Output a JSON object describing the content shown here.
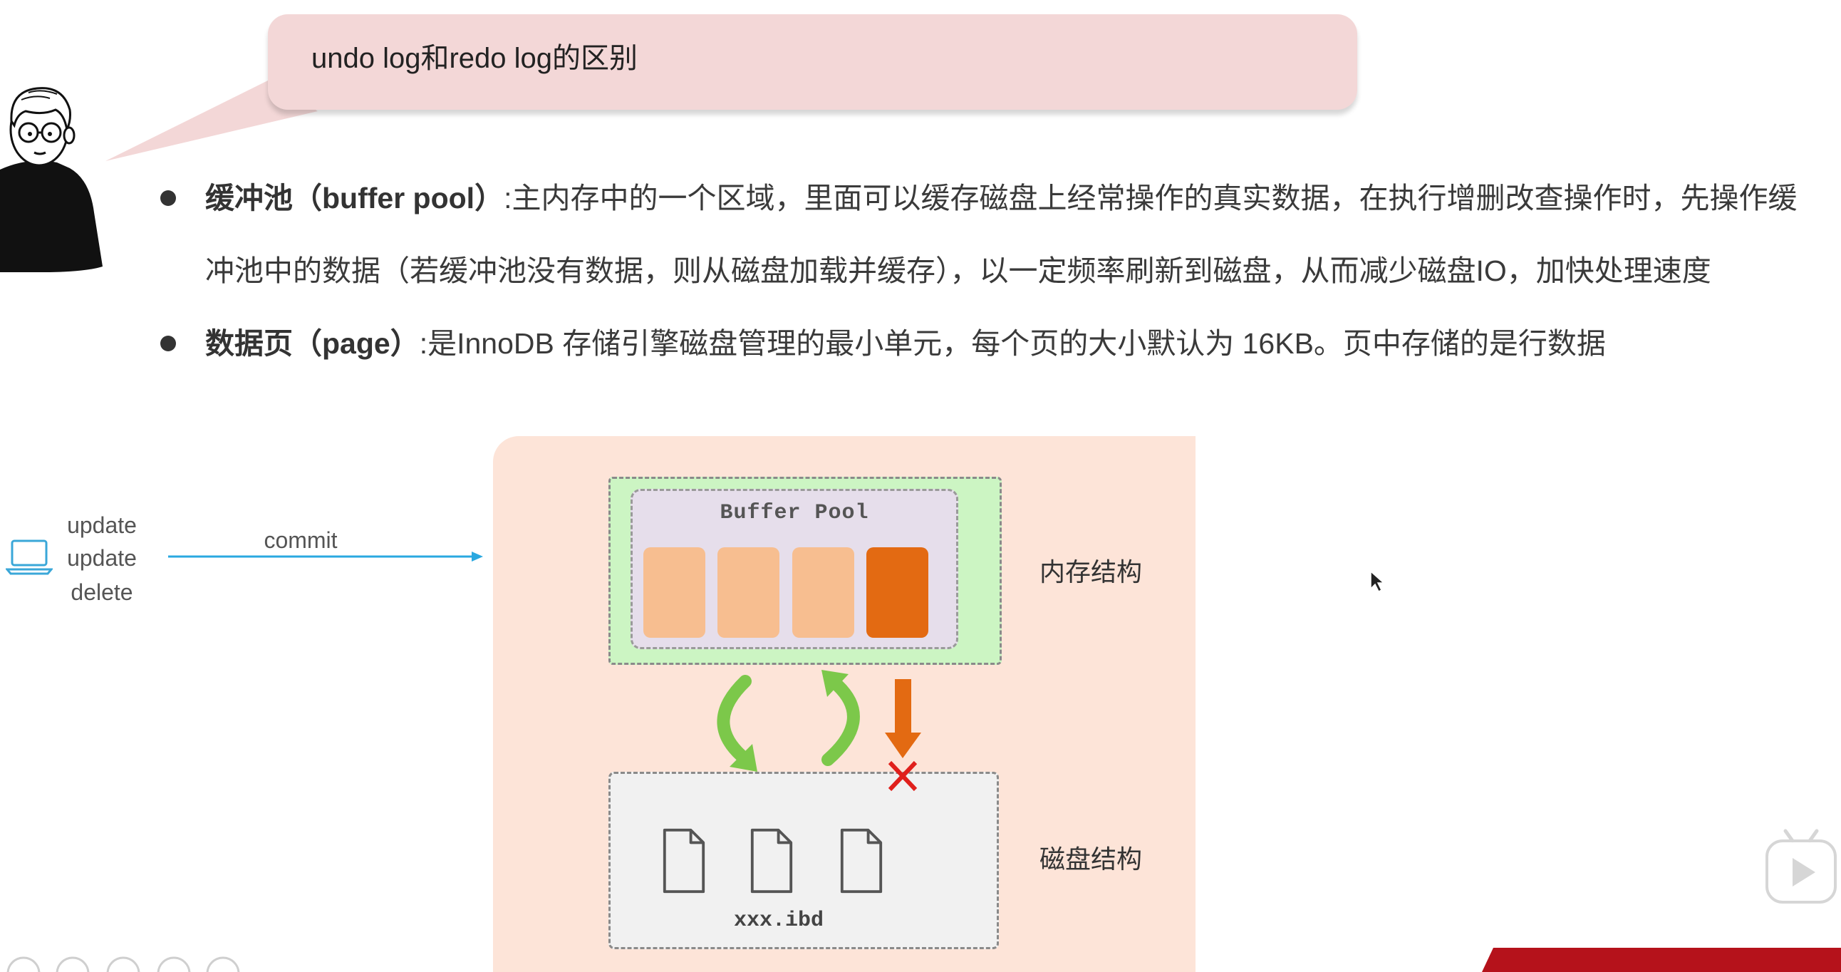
{
  "slide": {
    "title": "undo log和redo log的区别",
    "bullets": [
      {
        "term": "缓冲池（buffer pool）",
        "text": ":主内存中的一个区域，里面可以缓存磁盘上经常操作的真实数据，在执行增删改查操作时，先操作缓冲池中的数据（若缓冲池没有数据，则从磁盘加载并缓存），以一定频率刷新到磁盘，从而减少磁盘IO，加快处理速度"
      },
      {
        "term": "数据页（page）",
        "text": ":是InnoDB 存储引擎磁盘管理的最小单元，每个页的大小默认为 16KB。页中存储的是行数据"
      }
    ]
  },
  "diagram": {
    "client": {
      "icon": "laptop-icon",
      "operations": [
        "update",
        "update",
        "delete"
      ]
    },
    "commit_label": "commit",
    "memory": {
      "pool_label": "Buffer Pool",
      "structure_label": "内存结构",
      "page_colors": [
        "#f7be90",
        "#f7be90",
        "#f7be90",
        "#e36a12"
      ]
    },
    "disk": {
      "file_label": "xxx.ibd",
      "structure_label": "磁盘结构",
      "file_icons": [
        "file-icon",
        "file-icon",
        "file-icon"
      ]
    },
    "icons": {
      "sync": "refresh-arrows-icon",
      "flush": "arrow-down-icon",
      "blocked": "cross-icon"
    }
  },
  "player": {
    "control_icons": [
      "player-control-icon",
      "player-control-icon",
      "player-control-icon",
      "player-control-icon",
      "player-control-icon"
    ],
    "play_icon": "bilibili-play-icon"
  },
  "colors": {
    "bubble": "#f3d7d7",
    "panel": "#fde4d8",
    "buffer_region": "#ccf5c3",
    "buffer_pool": "#e6deeb",
    "disk_region": "#f1f1f1",
    "sync_arrows": "#7cc84a",
    "flush_arrow": "#e36a12",
    "blocked_mark": "#e0201c",
    "commit_arrow": "#2aa8e0",
    "laptop": "#3aa7d8",
    "banner": "#b5121b"
  }
}
